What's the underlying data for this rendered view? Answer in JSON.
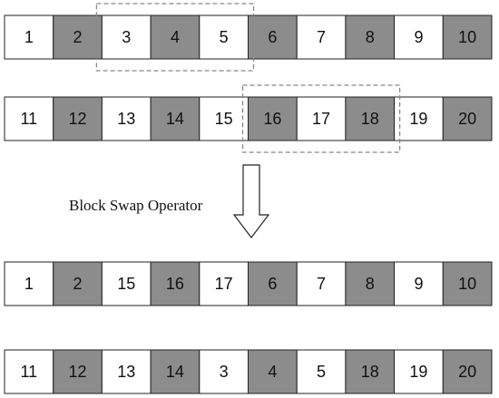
{
  "diagram": {
    "label": "Block Swap Operator",
    "colors": {
      "light_cell": "#ffffff",
      "dark_cell": "#8c8c8c",
      "border": "#222222",
      "dash": "#888888"
    },
    "rows": [
      {
        "name": "row-before-1",
        "cells": [
          {
            "value": "1",
            "shade": "light"
          },
          {
            "value": "2",
            "shade": "dark"
          },
          {
            "value": "3",
            "shade": "light"
          },
          {
            "value": "4",
            "shade": "dark"
          },
          {
            "value": "5",
            "shade": "light"
          },
          {
            "value": "6",
            "shade": "dark"
          },
          {
            "value": "7",
            "shade": "light"
          },
          {
            "value": "8",
            "shade": "dark"
          },
          {
            "value": "9",
            "shade": "light"
          },
          {
            "value": "10",
            "shade": "dark"
          }
        ],
        "highlight": {
          "start": 2,
          "end": 4
        }
      },
      {
        "name": "row-before-2",
        "cells": [
          {
            "value": "11",
            "shade": "light"
          },
          {
            "value": "12",
            "shade": "dark"
          },
          {
            "value": "13",
            "shade": "light"
          },
          {
            "value": "14",
            "shade": "dark"
          },
          {
            "value": "15",
            "shade": "light"
          },
          {
            "value": "16",
            "shade": "dark"
          },
          {
            "value": "17",
            "shade": "light"
          },
          {
            "value": "18",
            "shade": "dark"
          },
          {
            "value": "19",
            "shade": "light"
          },
          {
            "value": "20",
            "shade": "dark"
          }
        ],
        "highlight": {
          "start": 5,
          "end": 7
        }
      },
      {
        "name": "row-after-1",
        "cells": [
          {
            "value": "1",
            "shade": "light"
          },
          {
            "value": "2",
            "shade": "dark"
          },
          {
            "value": "15",
            "shade": "light"
          },
          {
            "value": "16",
            "shade": "dark"
          },
          {
            "value": "17",
            "shade": "light"
          },
          {
            "value": "6",
            "shade": "dark"
          },
          {
            "value": "7",
            "shade": "light"
          },
          {
            "value": "8",
            "shade": "dark"
          },
          {
            "value": "9",
            "shade": "light"
          },
          {
            "value": "10",
            "shade": "dark"
          }
        ]
      },
      {
        "name": "row-after-2",
        "cells": [
          {
            "value": "11",
            "shade": "light"
          },
          {
            "value": "12",
            "shade": "dark"
          },
          {
            "value": "13",
            "shade": "light"
          },
          {
            "value": "14",
            "shade": "dark"
          },
          {
            "value": "3",
            "shade": "light"
          },
          {
            "value": "4",
            "shade": "dark"
          },
          {
            "value": "5",
            "shade": "light"
          },
          {
            "value": "18",
            "shade": "dark"
          },
          {
            "value": "19",
            "shade": "light"
          },
          {
            "value": "20",
            "shade": "dark"
          }
        ]
      }
    ]
  }
}
